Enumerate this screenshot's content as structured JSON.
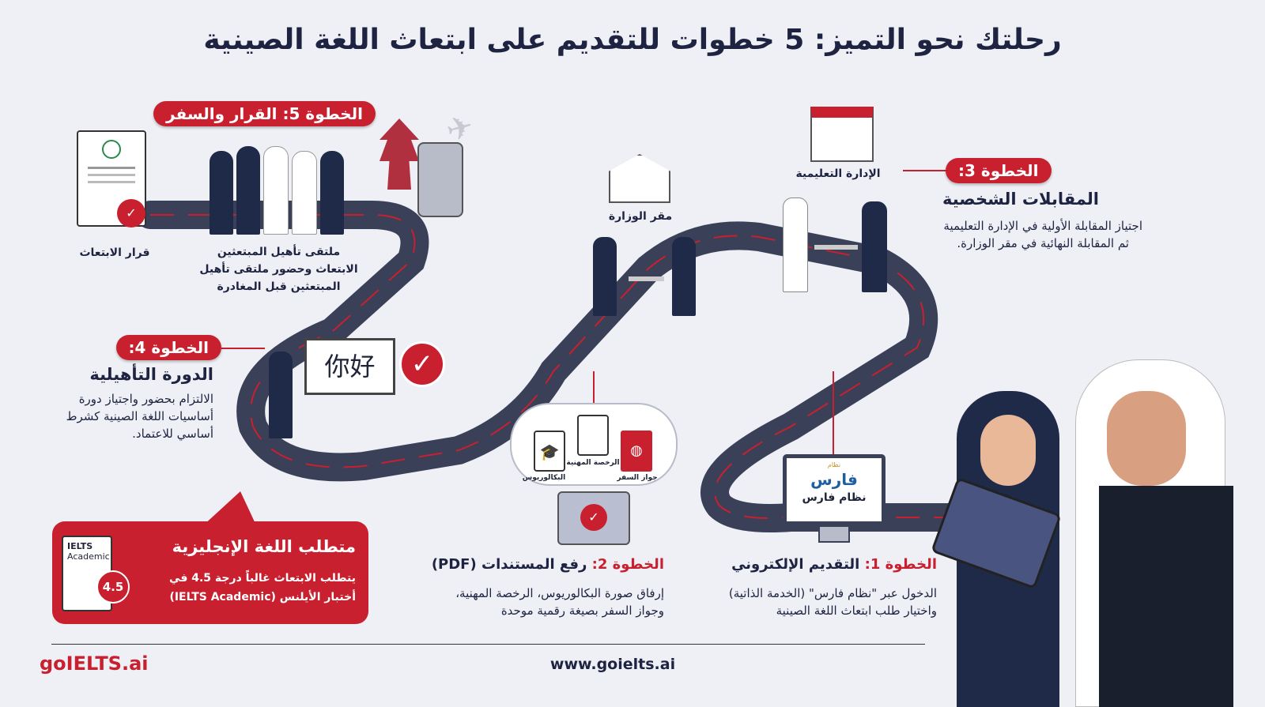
{
  "title": "رحلتك نحو التميز: 5 خطوات للتقديم على ابتعاث اللغة الصينية",
  "colors": {
    "accent": "#c8202f",
    "navy": "#1d2340",
    "road": "#3a4058",
    "background": "#eef0f5"
  },
  "step5": {
    "badge": "الخطوة 5: القرار والسفر",
    "decision_label": "قرار الابتعاث",
    "forum_lines": [
      "ملتقى تأهيل المبتعثين",
      "الابتعاث وحضور ملتقى تأهيل",
      "المبتعثين قبل المغادرة"
    ]
  },
  "step4": {
    "badge": "الخطوة 4:",
    "title": "الدورة التأهيلية",
    "desc_lines": [
      "الالتزام بحضور واجتياز دورة",
      "أساسيات اللغة الصينية كشرط",
      "أساسي للاعتماد."
    ],
    "board_text": "你好"
  },
  "step3": {
    "badge": "الخطوة 3:",
    "title": "المقابلات الشخصية",
    "desc_lines": [
      "اجتياز المقابلة الأولية في الإدارة التعليمية",
      "ثم المقابلة النهائية في مقر الوزارة."
    ],
    "ministry_label": "مقر الوزارة",
    "edu_label": "الإدارة التعليمية"
  },
  "step2": {
    "step": "الخطوة 2:",
    "title": "رفع المستندات (PDF)",
    "desc_lines": [
      "إرفاق صورة البكالوريوس، الرخصة المهنية،",
      "وجواز السفر بصيغة رقمية موحدة"
    ],
    "docs": [
      "البكالوريوس",
      "الرخصة المهنية",
      "جواز السفر"
    ]
  },
  "step1": {
    "step": "الخطوة 1:",
    "title": "التقديم الإلكتروني",
    "desc_lines": [
      "الدخول عبر \"نظام فارس\" (الخدمة الذاتية)",
      "واختيار طلب ابتعاث اللغة الصينية"
    ],
    "screen_logo": "فارس",
    "screen_logo_small": "نظام",
    "screen_text": "نظام فارس"
  },
  "english": {
    "title": "متطلب اللغة الإنجليزية",
    "desc_lines": [
      "يتطلب الابتعاث غالباً درجة 4.5 في",
      "أختبار الأيلنس (IELTS Academic)"
    ],
    "doc_title": "IELTS",
    "doc_sub": "Academic",
    "score": "4.5"
  },
  "footer": {
    "logo": "goIELTS.ai",
    "url": "www.goielts.ai"
  }
}
